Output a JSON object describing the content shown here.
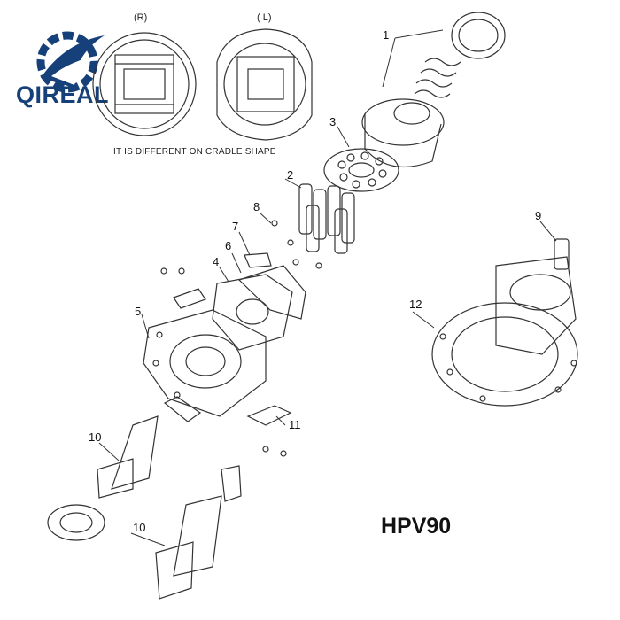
{
  "brand": {
    "name": "QIREAL",
    "color": "#16407a",
    "accent": "#1f4f93",
    "logo_icon": "gear-wave-logo"
  },
  "cradle": {
    "label_r": "(R)",
    "label_l": "( L)",
    "note": "IT IS DIFFERENT ON CRADLE SHAPE"
  },
  "model": "HPV90",
  "callouts": [
    "1",
    "2",
    "3",
    "4",
    "5",
    "6",
    "7",
    "8",
    "9",
    "10",
    "10",
    "11",
    "12"
  ]
}
